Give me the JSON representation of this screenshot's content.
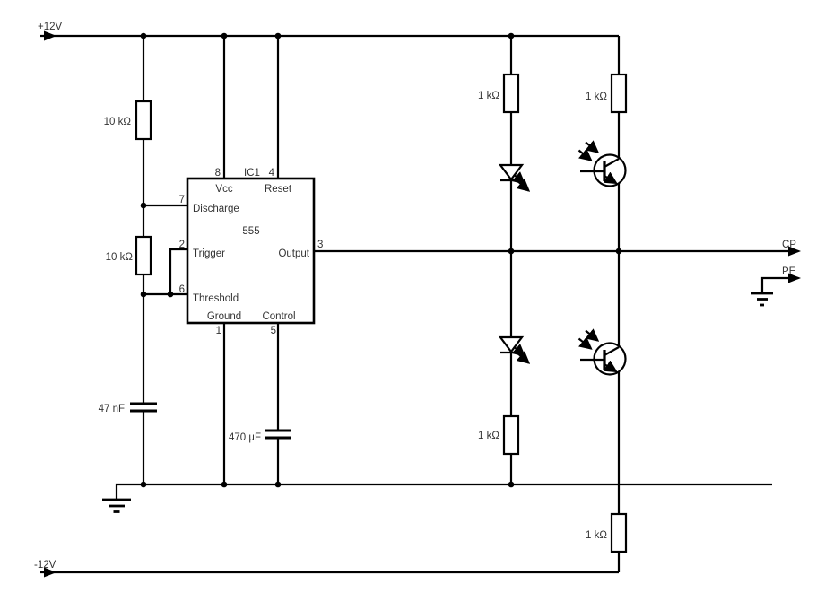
{
  "schematic": {
    "rails": {
      "positive": "+12V",
      "negative": "-12V"
    },
    "signals": {
      "cp": "CP",
      "pe": "PE"
    },
    "ic": {
      "designator": "IC1",
      "part_number": "555",
      "pins": {
        "vcc": {
          "number": "8",
          "name": "Vcc"
        },
        "reset": {
          "number": "4",
          "name": "Reset"
        },
        "discharge": {
          "number": "7",
          "name": "Discharge"
        },
        "trigger": {
          "number": "2",
          "name": "Trigger"
        },
        "threshold": {
          "number": "6",
          "name": "Threshold"
        },
        "output": {
          "number": "3",
          "name": "Output"
        },
        "ground": {
          "number": "1",
          "name": "Ground"
        },
        "control": {
          "number": "5",
          "name": "Control"
        }
      }
    },
    "components": {
      "r_timing_top": "10 kΩ",
      "r_timing_bottom": "10 kΩ",
      "c_timing": "47 nF",
      "c_control": "470 µF",
      "r_led_top": "1 kΩ",
      "r_opto_top": "1 kΩ",
      "r_led_bottom": "1 kΩ",
      "r_neg_rail": "1 kΩ"
    },
    "colors": {
      "wire": "#000000",
      "text": "#333333",
      "background": "#ffffff"
    }
  }
}
